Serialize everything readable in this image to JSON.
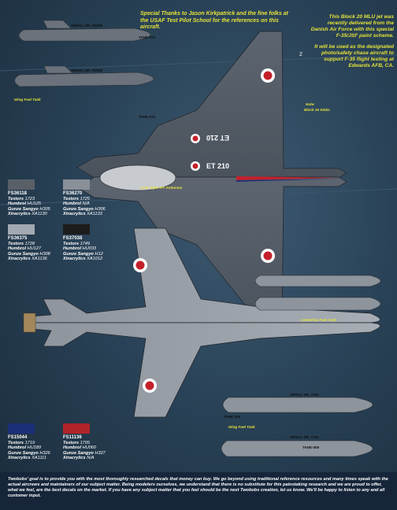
{
  "thanks_text": "Special Thanks to Jason Kirkpatrick and the fine folks at the USAF Test Pilot School for the references on this aircraft.",
  "block_text_1": "This Block 20 MLU jet was recently delivered from the Danish Air Force with this special F-35/JSF paint scheme.",
  "block_text_2": "It will be used as the designated photo/safety chase aircraft to support F-35 flight testing at Edwards AFB, CA.",
  "labels": {
    "wing_tank_top": "Wing Fuel Tank",
    "wing_tank_bottom": "Wing Fuel Tank",
    "centerline_tank": "Centerline Fuel Tank",
    "note": "Note:",
    "note_detail": "Block 15 Stabs",
    "iff": "CCIP Style IFF Antennas",
    "tank_072_a": "TANK-072",
    "tank_072_b": "TANK-072",
    "tank_059_a": "TANK-059",
    "tank_059_b": "TANK-059",
    "serial_top_a": "SERIAL NR. R0808",
    "serial_top_b": "SERIAL NR. R0808",
    "serial_bot_a": "SERIAL NR. 7316",
    "serial_bot_b": "SERIAL NR. 7316",
    "tail_code": "ET 210",
    "num_2": "2"
  },
  "chips": [
    {
      "code": "FS36118",
      "color": "#5a6068",
      "lines": [
        [
          "Testors",
          "1723"
        ],
        [
          "Humbrol",
          "HU125"
        ],
        [
          "Gunze Sangyo",
          "H305"
        ],
        [
          "Xtracrylics",
          "XA1130"
        ]
      ]
    },
    {
      "code": "FS36270",
      "color": "#8a9098",
      "lines": [
        [
          "Testors",
          "1725"
        ],
        [
          "Humbrol",
          "N/A"
        ],
        [
          "Gunze Sangyo",
          "H306"
        ],
        [
          "Xtracrylics",
          "XA1133"
        ]
      ]
    },
    {
      "code": "FS36375",
      "color": "#a3a9b0",
      "lines": [
        [
          "Testors",
          "1728"
        ],
        [
          "Humbrol",
          "HU127"
        ],
        [
          "Gunze Sangyo",
          "H308"
        ],
        [
          "Xtracrylics",
          "XA1136"
        ]
      ]
    },
    {
      "code": "FS37038",
      "color": "#1c1c1c",
      "lines": [
        [
          "Testors",
          "1749"
        ],
        [
          "Humbrol",
          "HU033"
        ],
        [
          "Gunze Sangyo",
          "H12"
        ],
        [
          "Xtracrylics",
          "XA1012"
        ]
      ]
    },
    {
      "code": "FS15044",
      "color": "#1b2f78",
      "lines": [
        [
          "Testors",
          "1719"
        ],
        [
          "Humbrol",
          "HU189"
        ],
        [
          "Gunze Sangyo",
          "H326"
        ],
        [
          "Xtracrylics",
          "XA1111"
        ]
      ]
    },
    {
      "code": "FS11136",
      "color": "#b0232a",
      "lines": [
        [
          "Testors",
          "1705"
        ],
        [
          "Humbrol",
          "HU060"
        ],
        [
          "Gunze Sangyo",
          "H327"
        ],
        [
          "Xtracrylics",
          "N/A"
        ]
      ]
    }
  ],
  "footer_text": "Twobobs' goal is to provide you with the most thoroughly researched decals that money can buy. We go beyond using traditional reference resources and many times speak with the actual aircrews and maintainers of our subject matter. Being modelers ourselves, we understand that there is no substitute for this painstaking research and we are proud to offer, what we feel, are the best decals on the market. If you have any subject matter that you feel should be the next Twobobs creation, let us know. We'll be happy to listen to any and all customer input.",
  "colors": {
    "roundel_red": "#c4202a",
    "accent": "#e6e23a",
    "dark_gray": "#5a6068",
    "light_gray": "#a3a9b0"
  }
}
